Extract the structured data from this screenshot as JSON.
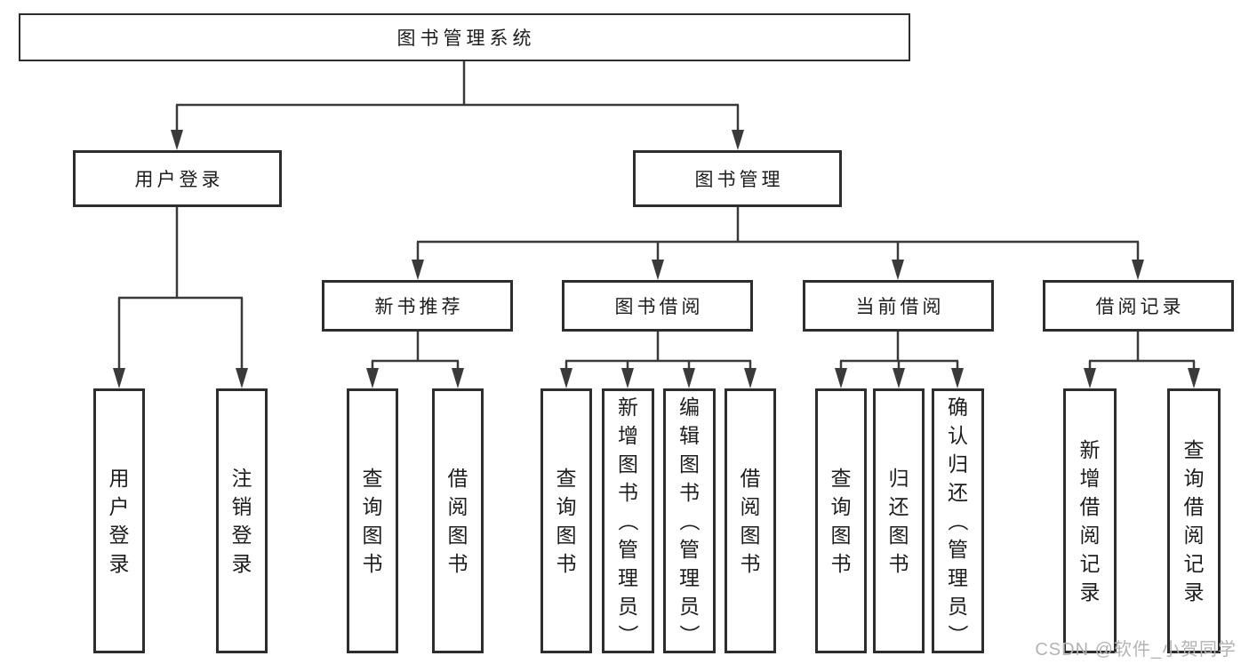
{
  "title": "图书管理系统",
  "watermark": "CSDN @软件_小贺同学",
  "colors": {
    "line": "#3a3a3a",
    "box_border": "#2d2d2d",
    "box_fill": "#ffffff",
    "text": "#1d1d1d",
    "watermark": "#b3b3b3",
    "background": "#ffffff"
  },
  "tree": {
    "label": "图书管理系统",
    "children": [
      {
        "label": "用户登录",
        "children": [
          {
            "label": "用户登录"
          },
          {
            "label": "注销登录"
          }
        ]
      },
      {
        "label": "图书管理",
        "children": [
          {
            "label": "新书推荐",
            "children": [
              {
                "label": "查询图书"
              },
              {
                "label": "借阅图书"
              }
            ]
          },
          {
            "label": "图书借阅",
            "children": [
              {
                "label": "查询图书"
              },
              {
                "label": "新增图书（管理员）"
              },
              {
                "label": "编辑图书（管理员）"
              },
              {
                "label": "借阅图书"
              }
            ]
          },
          {
            "label": "当前借阅",
            "children": [
              {
                "label": "查询图书"
              },
              {
                "label": "归还图书"
              },
              {
                "label": "确认归还（管理员）"
              }
            ]
          },
          {
            "label": "借阅记录",
            "children": [
              {
                "label": "新增借阅记录"
              },
              {
                "label": "查询借阅记录"
              }
            ]
          }
        ]
      }
    ]
  }
}
